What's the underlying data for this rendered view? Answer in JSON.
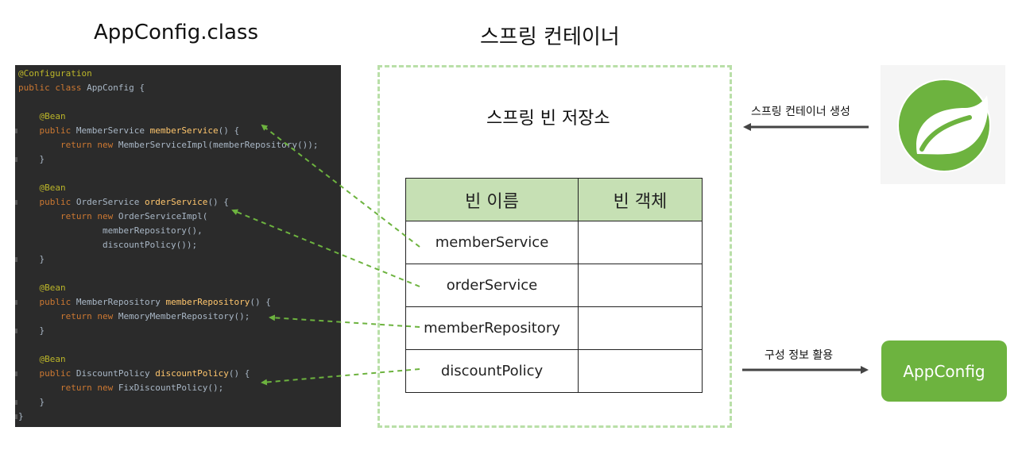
{
  "headings": {
    "class_title": "AppConfig.class",
    "container_title": "스프링 컨테이너",
    "store_title": "스프링 빈 저장소"
  },
  "code_lines": [
    [
      {
        "t": "@Configuration",
        "c": "ann"
      }
    ],
    [
      {
        "t": "public class ",
        "c": "kw"
      },
      {
        "t": "AppConfig {",
        "c": ""
      }
    ],
    [
      {
        "t": "",
        "c": ""
      }
    ],
    [
      {
        "t": "    @Bean",
        "c": "ann"
      }
    ],
    [
      {
        "t": "    public ",
        "c": "kw"
      },
      {
        "t": "MemberService ",
        "c": ""
      },
      {
        "t": "memberService",
        "c": "fn"
      },
      {
        "t": "() {",
        "c": ""
      }
    ],
    [
      {
        "t": "        return new ",
        "c": "kw"
      },
      {
        "t": "MemberServiceImpl(memberRepository());",
        "c": ""
      }
    ],
    [
      {
        "t": "    }",
        "c": ""
      }
    ],
    [
      {
        "t": "",
        "c": ""
      }
    ],
    [
      {
        "t": "    @Bean",
        "c": "ann"
      }
    ],
    [
      {
        "t": "    public ",
        "c": "kw"
      },
      {
        "t": "OrderService ",
        "c": ""
      },
      {
        "t": "orderService",
        "c": "fn"
      },
      {
        "t": "() {",
        "c": ""
      }
    ],
    [
      {
        "t": "        return new ",
        "c": "kw"
      },
      {
        "t": "OrderServiceImpl(",
        "c": ""
      }
    ],
    [
      {
        "t": "                memberRepository(),",
        "c": ""
      }
    ],
    [
      {
        "t": "                discountPolicy());",
        "c": ""
      }
    ],
    [
      {
        "t": "    }",
        "c": ""
      }
    ],
    [
      {
        "t": "",
        "c": ""
      }
    ],
    [
      {
        "t": "    @Bean",
        "c": "ann"
      }
    ],
    [
      {
        "t": "    public ",
        "c": "kw"
      },
      {
        "t": "MemberRepository ",
        "c": ""
      },
      {
        "t": "memberRepository",
        "c": "fn"
      },
      {
        "t": "() {",
        "c": ""
      }
    ],
    [
      {
        "t": "        return new ",
        "c": "kw"
      },
      {
        "t": "MemoryMemberRepository();",
        "c": ""
      }
    ],
    [
      {
        "t": "    }",
        "c": ""
      }
    ],
    [
      {
        "t": "",
        "c": ""
      }
    ],
    [
      {
        "t": "    @Bean",
        "c": "ann"
      }
    ],
    [
      {
        "t": "    public ",
        "c": "kw"
      },
      {
        "t": "DiscountPolicy ",
        "c": ""
      },
      {
        "t": "discountPolicy",
        "c": "fn"
      },
      {
        "t": "() {",
        "c": ""
      }
    ],
    [
      {
        "t": "        return new ",
        "c": "kw"
      },
      {
        "t": "FixDiscountPolicy();",
        "c": ""
      }
    ],
    [
      {
        "t": "    }",
        "c": ""
      }
    ],
    [
      {
        "t": "}",
        "c": ""
      }
    ]
  ],
  "table": {
    "headers": [
      "빈 이름",
      "빈 객체"
    ],
    "rows": [
      [
        "memberService",
        ""
      ],
      [
        "orderService",
        ""
      ],
      [
        "memberRepository",
        ""
      ],
      [
        "discountPolicy",
        ""
      ]
    ]
  },
  "labels": {
    "container_create": "스프링 컨테이너 생성",
    "config_use": "구성 정보 활용"
  },
  "appconfig_button": "AppConfig",
  "colors": {
    "code_bg": "#2b2b2b",
    "table_header_bg": "#c6e0b4",
    "container_border": "#b9dfa8",
    "spring_green": "#6db33f",
    "arrow_green": "#6db33f",
    "arrow_dark": "#444444"
  },
  "icons": {
    "spring_logo": "spring-leaf-logo-icon"
  }
}
